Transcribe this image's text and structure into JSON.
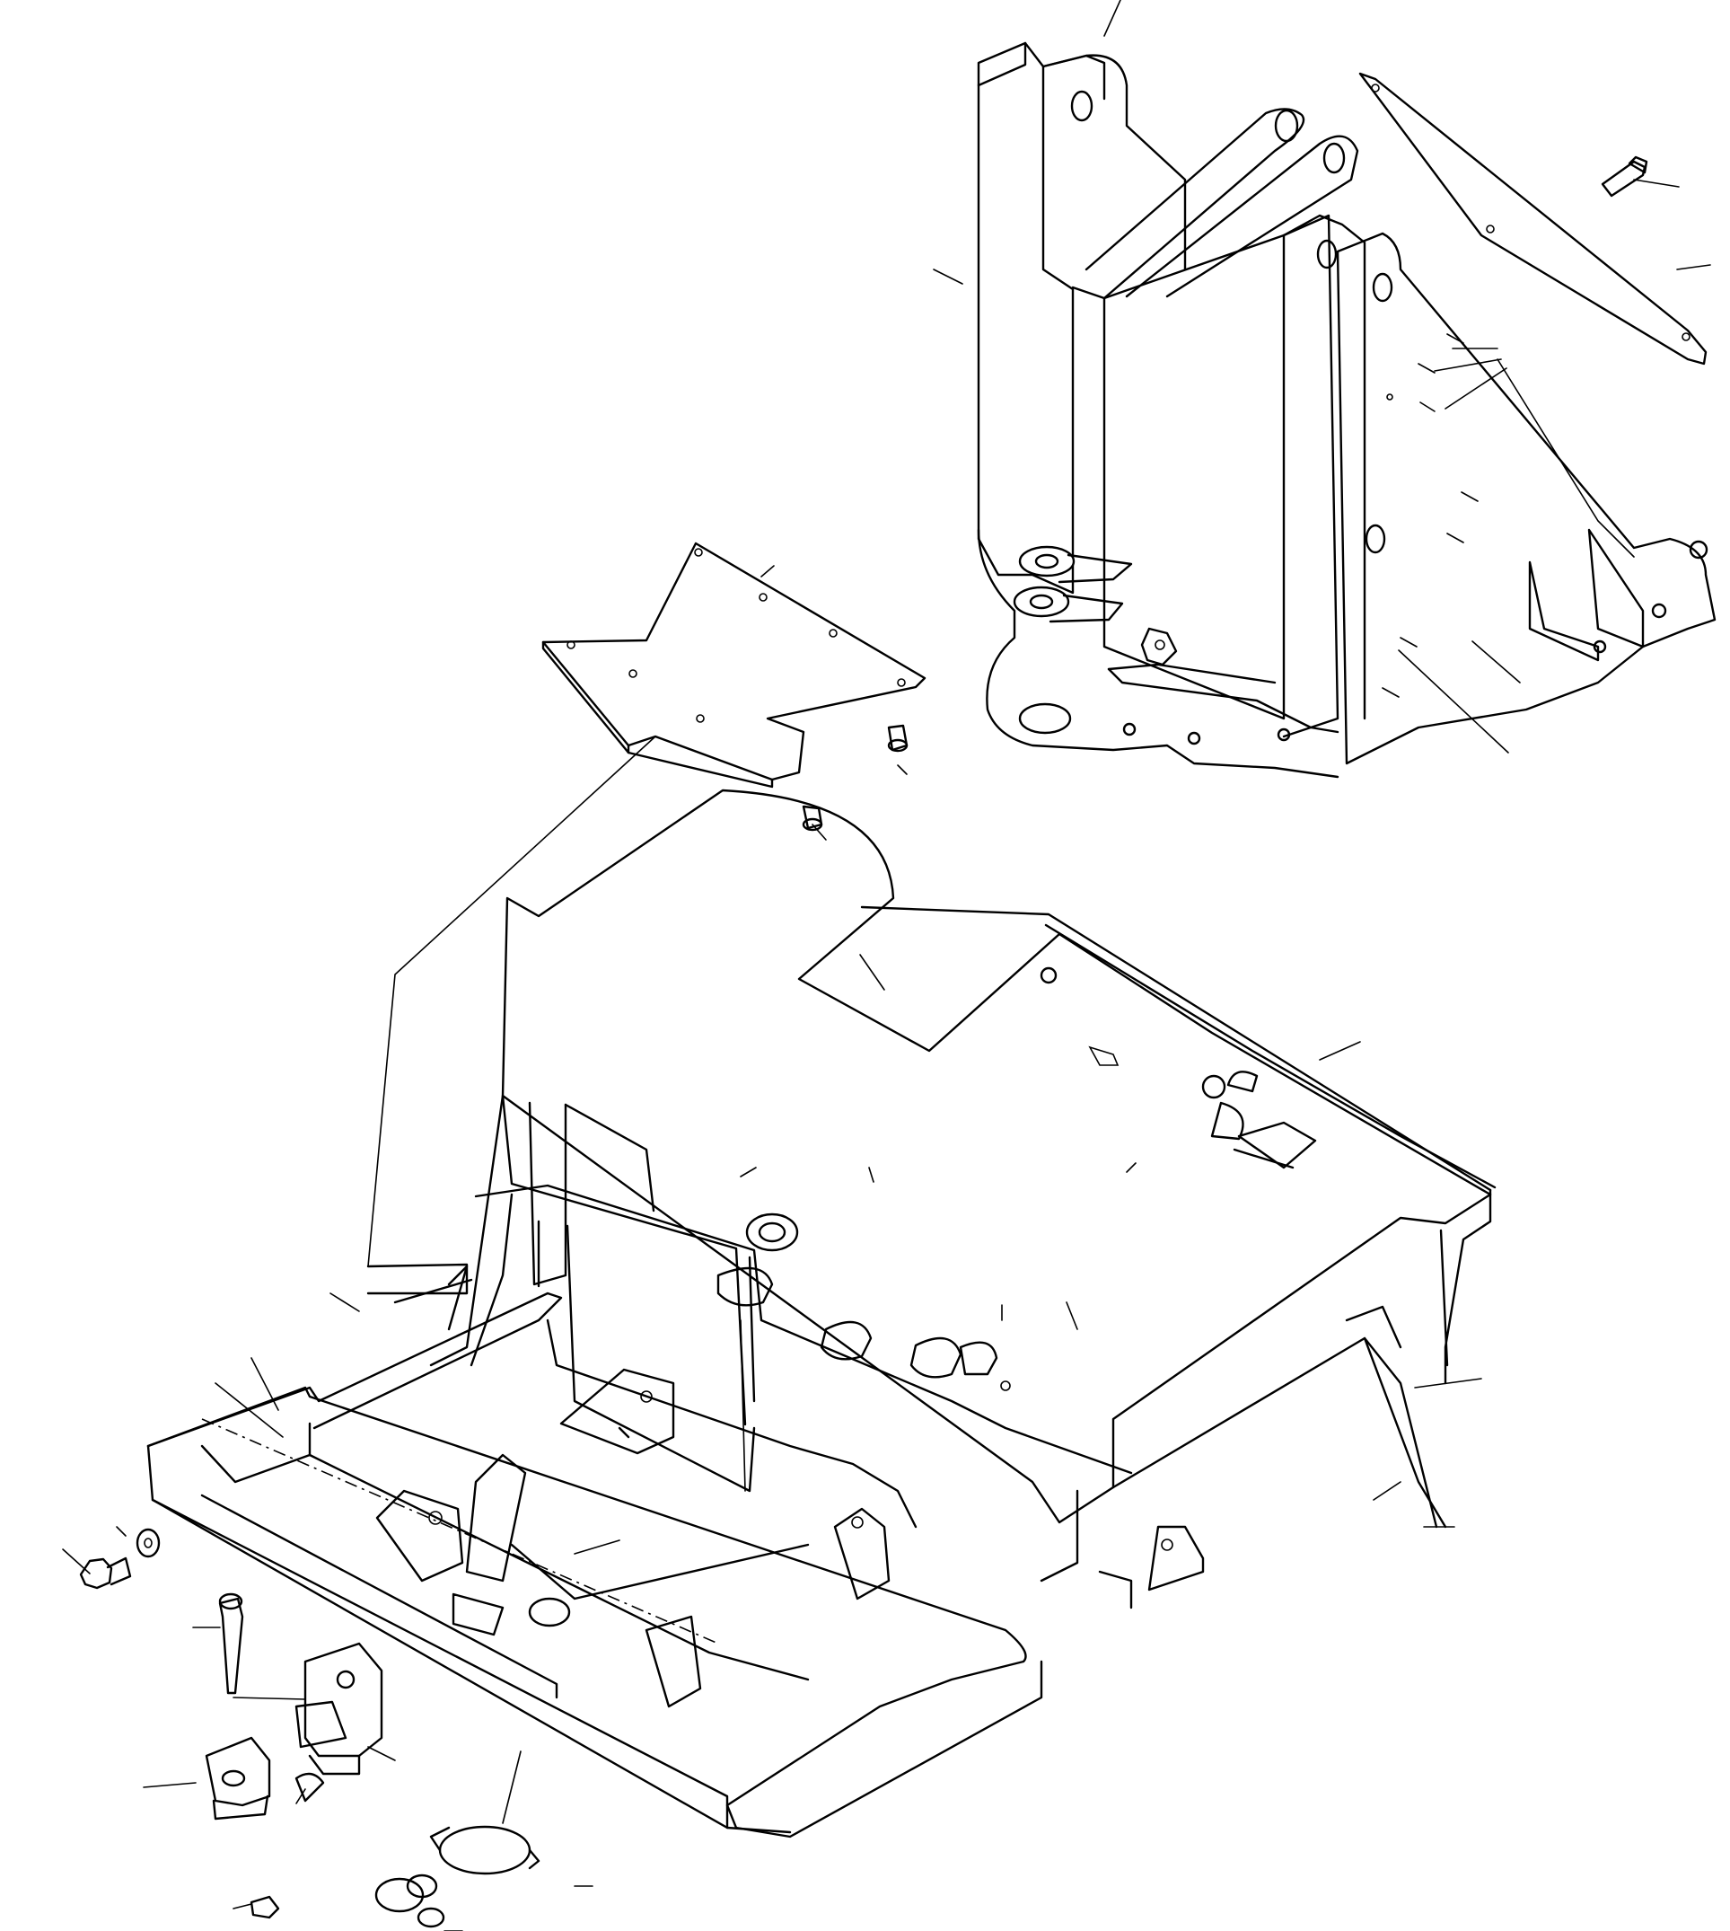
{
  "diagram": {
    "type": "exploded-parts-drawing",
    "components": [
      {
        "id": "boom-bracket",
        "icon": "boom-bracket-icon"
      },
      {
        "id": "cover-plate-right",
        "icon": "cover-plate-icon"
      },
      {
        "id": "bolt",
        "icon": "bolt-icon"
      },
      {
        "id": "cover-plate-left",
        "icon": "cover-plate-icon"
      },
      {
        "id": "revolving-frame",
        "icon": "revolving-frame-icon"
      },
      {
        "id": "counterweight-bolt",
        "icon": "bolt-icon"
      },
      {
        "id": "washer",
        "icon": "washer-icon"
      },
      {
        "id": "pin",
        "icon": "pin-icon"
      },
      {
        "id": "hook-bracket",
        "icon": "hook-icon"
      },
      {
        "id": "mount",
        "icon": "mount-icon"
      },
      {
        "id": "cover",
        "icon": "oval-cover-icon"
      }
    ],
    "leader_lines_count": 34
  }
}
